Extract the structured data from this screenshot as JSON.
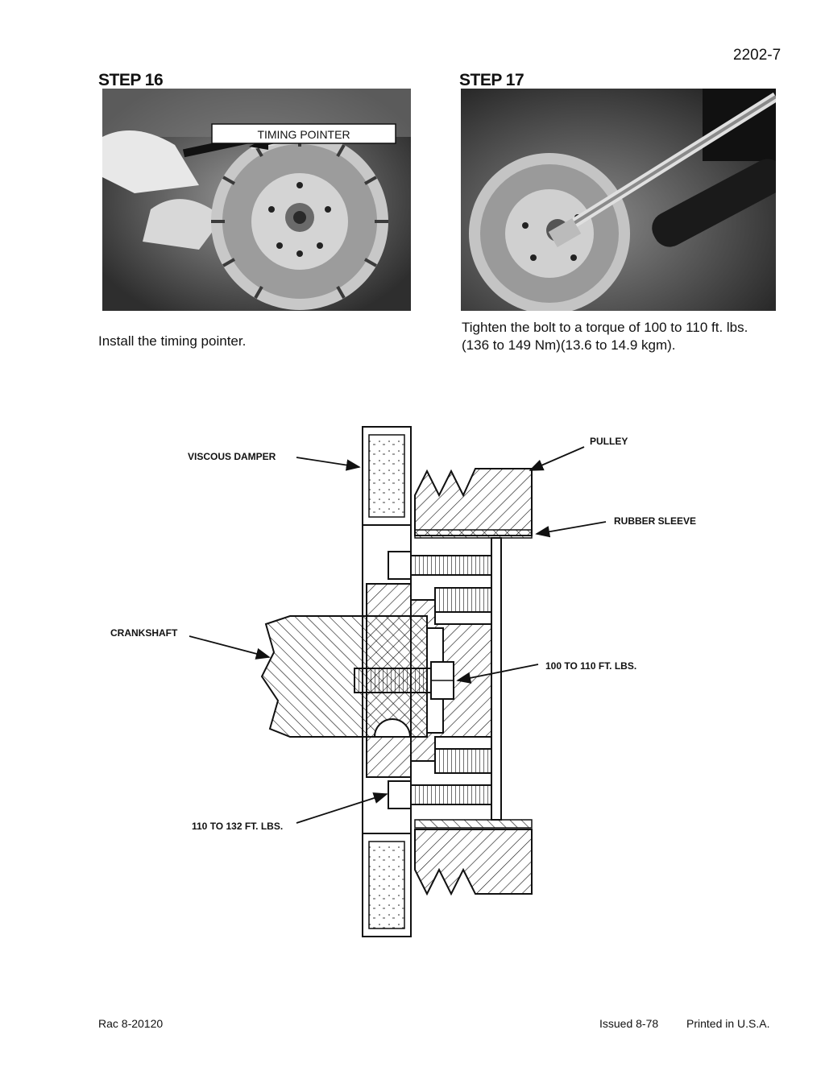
{
  "page": {
    "number": "2202-7"
  },
  "steps": [
    {
      "title": "STEP 16",
      "photo_label": "TIMING POINTER",
      "caption": "Install the timing pointer."
    },
    {
      "title": "STEP 17",
      "caption_line1": "Tighten the bolt to a torque of 100 to 110 ft. lbs.",
      "caption_line2": "(136 to 149 Nm)(13.6 to 14.9 kgm)."
    }
  ],
  "diagram": {
    "labels": {
      "viscous_damper": "VISCOUS DAMPER",
      "pulley": "PULLEY",
      "rubber_sleeve": "RUBBER SLEEVE",
      "crankshaft": "CRANKSHAFT",
      "center_torque": "100 TO 110 FT. LBS.",
      "outer_torque": "110 TO 132 FT. LBS."
    }
  },
  "footer": {
    "ref": "Rac 8-20120",
    "issued": "Issued 8-78",
    "printed": "Printed in U.S.A."
  }
}
